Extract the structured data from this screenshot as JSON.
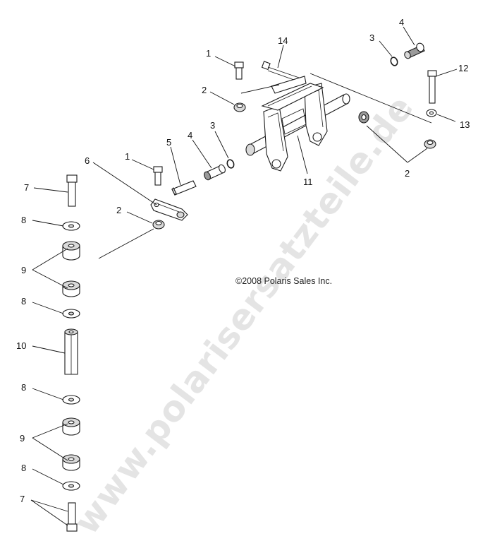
{
  "watermark": "www.polarisersatzteile.de",
  "copyright": "©2008 Polaris Sales Inc.",
  "callouts": {
    "c1a": "1",
    "c1b": "1",
    "c2a": "2",
    "c2b": "2",
    "c2c": "2",
    "c3a": "3",
    "c3b": "3",
    "c4a": "4",
    "c4b": "4",
    "c5": "5",
    "c6": "6",
    "c7a": "7",
    "c7b": "7",
    "c8a": "8",
    "c8b": "8",
    "c8c": "8",
    "c8d": "8",
    "c9a": "9",
    "c9b": "9",
    "c10": "10",
    "c11": "11",
    "c12": "12",
    "c13": "13",
    "c14": "14"
  }
}
